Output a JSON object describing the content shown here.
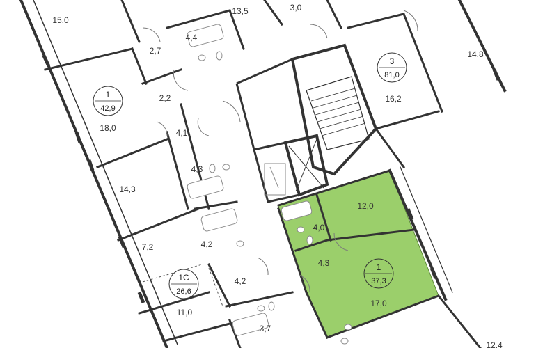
{
  "colors": {
    "wall": "#333333",
    "wall_light": "#7a7a7a",
    "highlight": "#9bcf6b",
    "fixture": "#8a8a8a",
    "text": "#333333"
  },
  "room_areas": {
    "a": "15,0",
    "b": "13,5",
    "c": "3,0",
    "d": "4,4",
    "e": "2,7",
    "f": "14,8",
    "g": "2,2",
    "h": "18,0",
    "i": "16,2",
    "j": "4,1",
    "k": "4,3",
    "l": "14,3",
    "m": "12,0",
    "n": "4,0",
    "o": "7,2",
    "p": "4,2",
    "q": "4,3",
    "r": "4,2",
    "s": "11,0",
    "t": "17,0",
    "u": "3,7",
    "v": "12,4"
  },
  "apartments": [
    {
      "rooms": "1",
      "area": "42,9"
    },
    {
      "rooms": "3",
      "area": "81,0"
    },
    {
      "rooms": "1С",
      "area": "26,6"
    },
    {
      "rooms": "1",
      "area": "37,3"
    }
  ]
}
